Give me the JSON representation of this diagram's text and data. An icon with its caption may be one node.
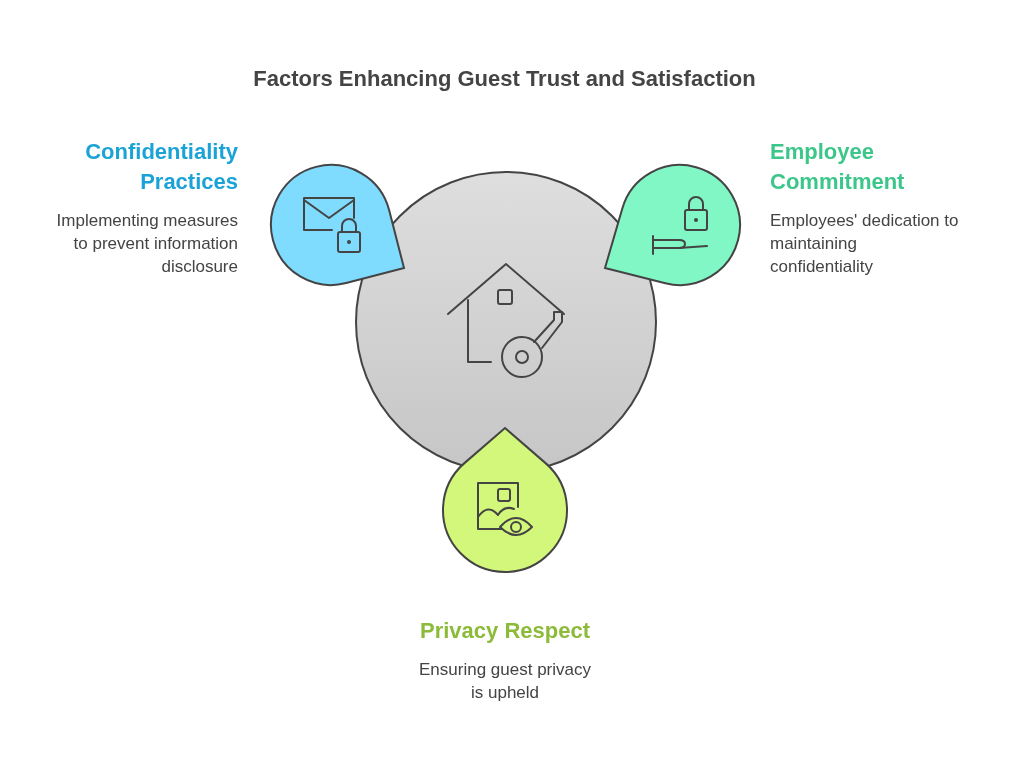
{
  "diagram": {
    "title": "Factors Enhancing Guest Trust and Satisfaction",
    "nodes": [
      {
        "text": [],
        "shape": "circle"
      },
      {
        "text": [
          "Confidentiality Practices",
          "Implementing measures to prevent information disclosure"
        ]
      },
      {
        "text": [
          "Employee Commitment",
          "Employees' dedication to maintaining confidentiality"
        ]
      },
      {
        "text": [
          "Privacy Respect",
          "Ensuring guest privacy is upheld"
        ]
      }
    ]
  }
}
